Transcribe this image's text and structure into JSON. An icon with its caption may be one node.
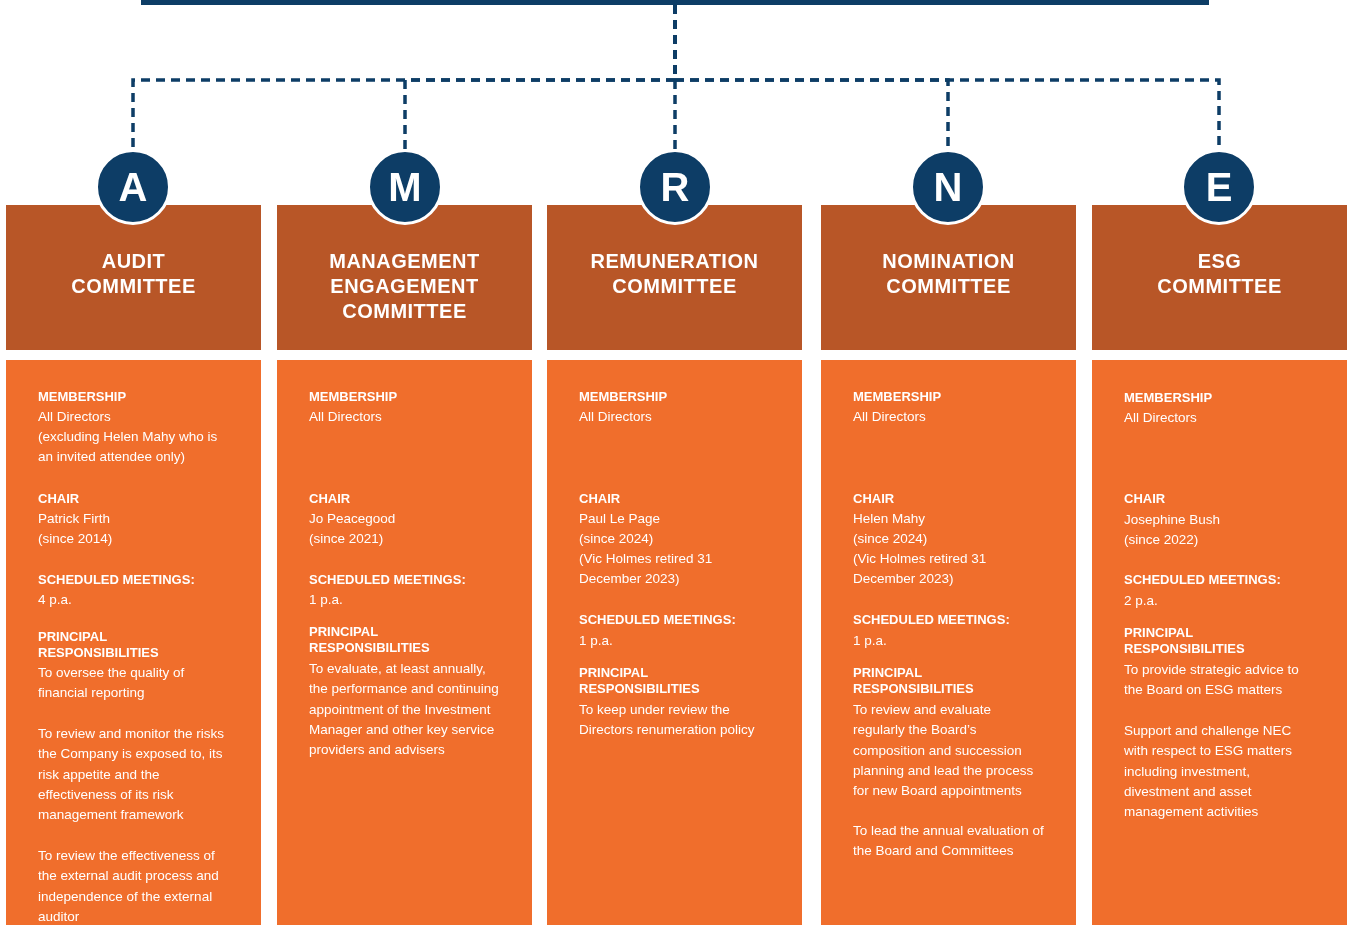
{
  "diagram": {
    "nodes": [
      {
        "text": [],
        "shape": "bar"
      },
      {
        "text": [
          "A"
        ]
      },
      {
        "text": [
          "M"
        ]
      },
      {
        "text": [
          "R"
        ]
      },
      {
        "text": [
          "N"
        ]
      },
      {
        "text": [
          "E"
        ]
      },
      {
        "text": [
          "AUDIT COMMITTEE"
        ]
      },
      {
        "text": [
          "MANAGEMENT ENGAGEMENT COMMITTEE"
        ]
      },
      {
        "text": [
          "REMUNERATION COMMITTEE"
        ]
      },
      {
        "text": [
          "NOMINATION COMMITTEE"
        ]
      },
      {
        "text": [
          "ESG COMMITTEE"
        ]
      },
      {
        "text": [
          "MEMBERSHIP",
          "All Directors",
          "(excluding Helen Mahy who is an invited attendee only)",
          "CHAIR",
          "Patrick Firth",
          "(since 2014)",
          "SCHEDULED MEETINGS:",
          "4 p.a.",
          "PRINCIPAL RESPONSIBILITIES",
          "To oversee the quality of financial reporting",
          "To review and monitor the risks the Company is exposed to, its risk appetite and the effectiveness of its risk management framework",
          "To review the effectiveness of the external audit process and independence of the external auditor"
        ]
      },
      {
        "text": [
          "MEMBERSHIP",
          "All Directors",
          "CHAIR",
          "Jo Peacegood",
          "(since 2021)",
          "SCHEDULED MEETINGS:",
          "1 p.a.",
          "PRINCIPAL RESPONSIBILITIES",
          "To evaluate, at least annually, the performance and continuing appointment of the Investment Manager and other key service providers and advisers"
        ]
      },
      {
        "text": [
          "MEMBERSHIP",
          "All Directors",
          "CHAIR",
          "Paul Le Page",
          "(since 2024)",
          "(Vic Holmes retired 31 December 2023)",
          "SCHEDULED MEETINGS:",
          "1 p.a.",
          "PRINCIPAL RESPONSIBILITIES",
          "To keep under review the Directors renumeration policy"
        ]
      },
      {
        "text": [
          "MEMBERSHIP",
          "All Directors",
          "CHAIR",
          "Helen Mahy",
          "(since 2024)",
          "(Vic Holmes retired 31 December 2023)",
          "SCHEDULED MEETINGS:",
          "1 p.a.",
          "PRINCIPAL RESPONSIBILITIES",
          "To review and evaluate regularly the Board’s composition and succession planning and lead the process for new Board appointments",
          "To lead the annual evaluation of the Board and Committees"
        ]
      },
      {
        "text": [
          "MEMBERSHIP",
          "All Directors",
          "CHAIR",
          "Josephine Bush",
          "(since 2022)",
          "SCHEDULED MEETINGS:",
          "2 p.a.",
          "PRINCIPAL RESPONSIBILITIES",
          "To provide strategic advice to the Board on ESG matters",
          "Support and challenge NEC with respect to ESG matters including investment, divestment and asset management activities"
        ]
      }
    ],
    "edges": [
      {
        "from": 0,
        "to": 1,
        "arrow": "none",
        "style": "dashed"
      },
      {
        "from": 0,
        "to": 2,
        "arrow": "none",
        "style": "dashed"
      },
      {
        "from": 0,
        "to": 3,
        "arrow": "none",
        "style": "dashed"
      },
      {
        "from": 0,
        "to": 4,
        "arrow": "none",
        "style": "dashed"
      },
      {
        "from": 0,
        "to": 5,
        "arrow": "none",
        "style": "dashed"
      }
    ]
  }
}
